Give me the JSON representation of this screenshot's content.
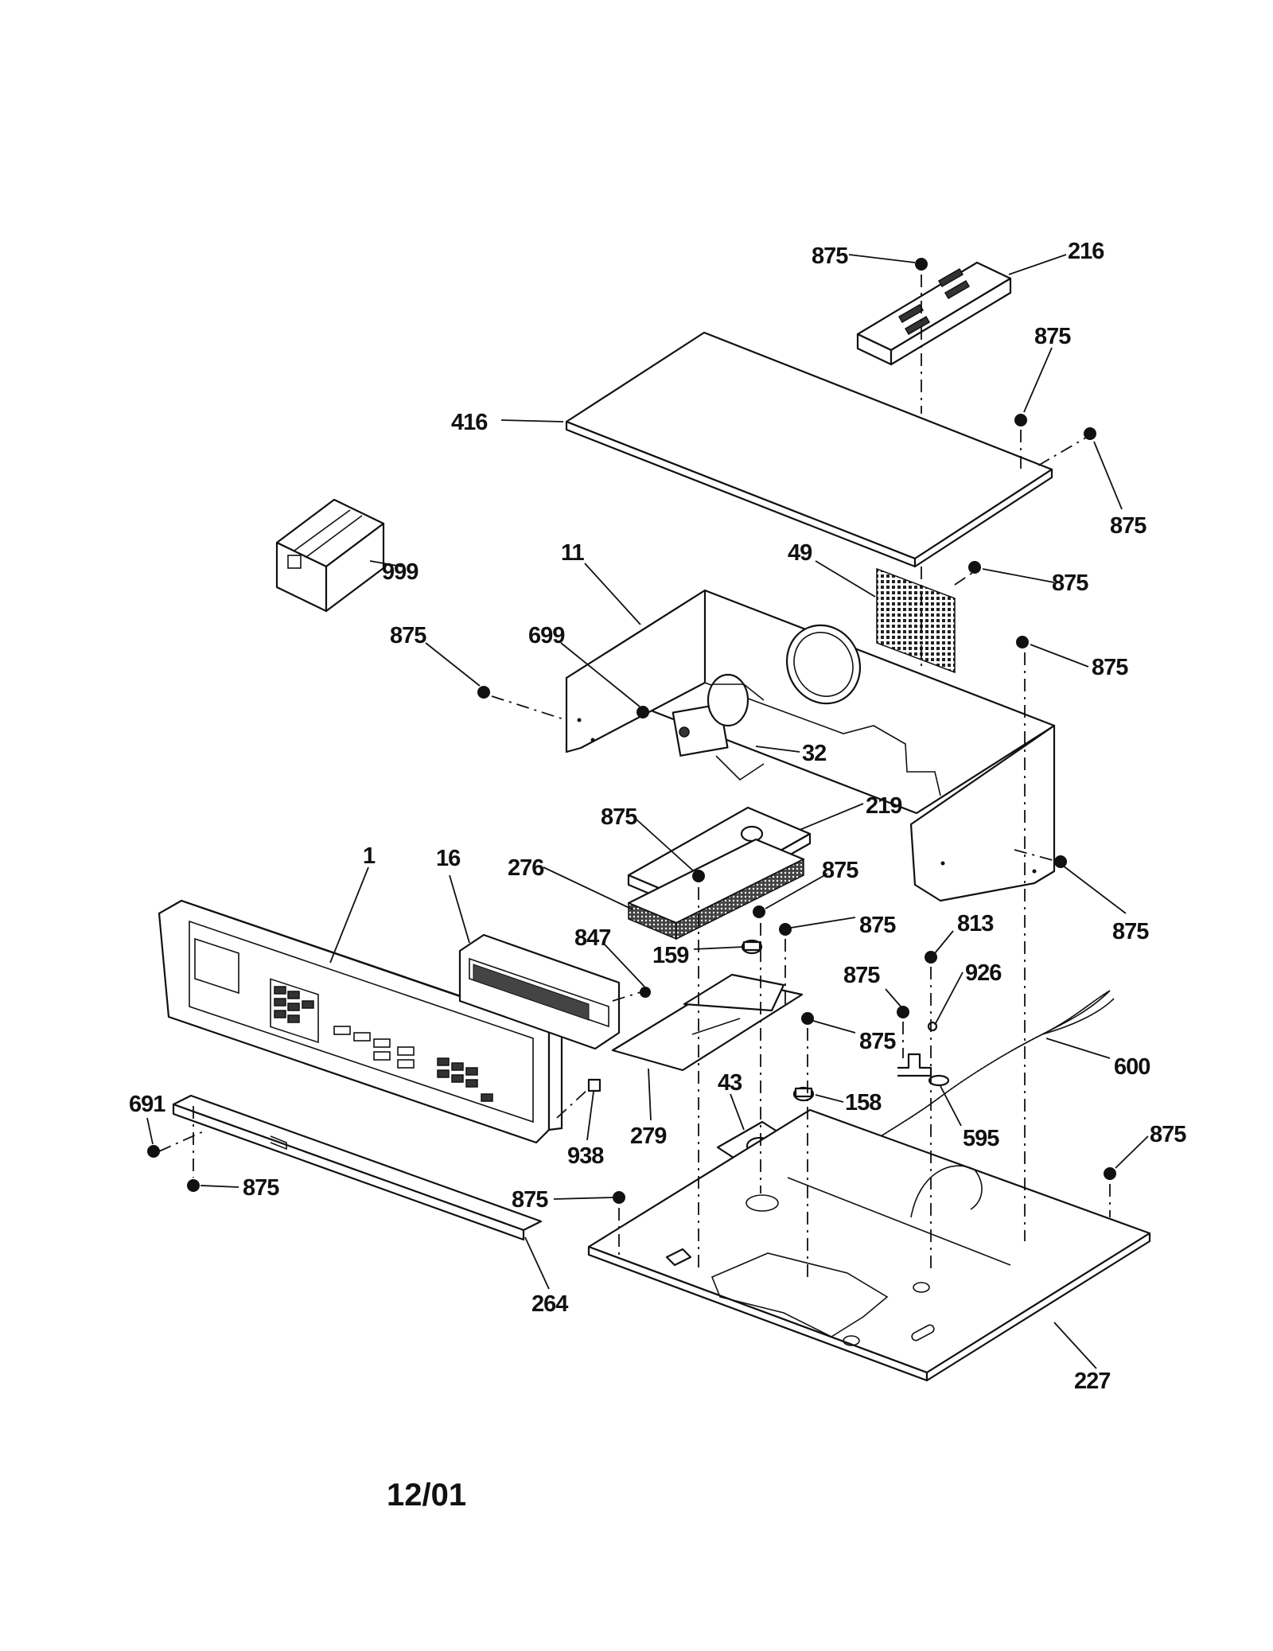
{
  "labels": {
    "l875_top": "875",
    "l216": "216",
    "l875_cov": "875",
    "l416": "416",
    "l875_right": "875",
    "l999": "999",
    "l11": "11",
    "l49": "49",
    "l875_49": "875",
    "l875_left": "875",
    "l699": "699",
    "l875_rtop": "875",
    "l32": "32",
    "l875_219": "875",
    "l219": "219",
    "l1": "1",
    "l16": "16",
    "l276": "276",
    "l875_276": "875",
    "l875_rside": "875",
    "l847": "847",
    "l875_159": "875",
    "l813": "813",
    "l159": "159",
    "l875_926": "875",
    "l926": "926",
    "l875_158": "875",
    "l600": "600",
    "l691": "691",
    "l43": "43",
    "l158": "158",
    "l595": "595",
    "l875_br": "875",
    "l938": "938",
    "l279": "279",
    "l875_bl": "875",
    "l875_base": "875",
    "l264": "264",
    "l227": "227"
  },
  "date_code": "12/01"
}
